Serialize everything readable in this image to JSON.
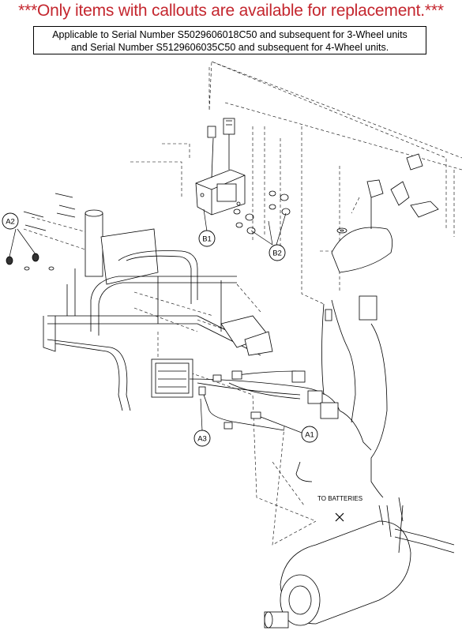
{
  "header": {
    "warning": "***Only items with callouts are available for replacement.***",
    "serial_line_1": "Applicable to Serial Number S5029606018C50 and subsequent for 3-Wheel units",
    "serial_line_2": "and Serial Number S5129606035C50 and subsequent for 4-Wheel units."
  },
  "callouts": {
    "a1": "A1",
    "a2": "A2",
    "a3": "A3",
    "b1": "B1",
    "b2": "B2"
  },
  "notes": {
    "to_batteries": "TO BATTERIES"
  },
  "colors": {
    "warning": "#c4262e",
    "line": "#000000"
  }
}
